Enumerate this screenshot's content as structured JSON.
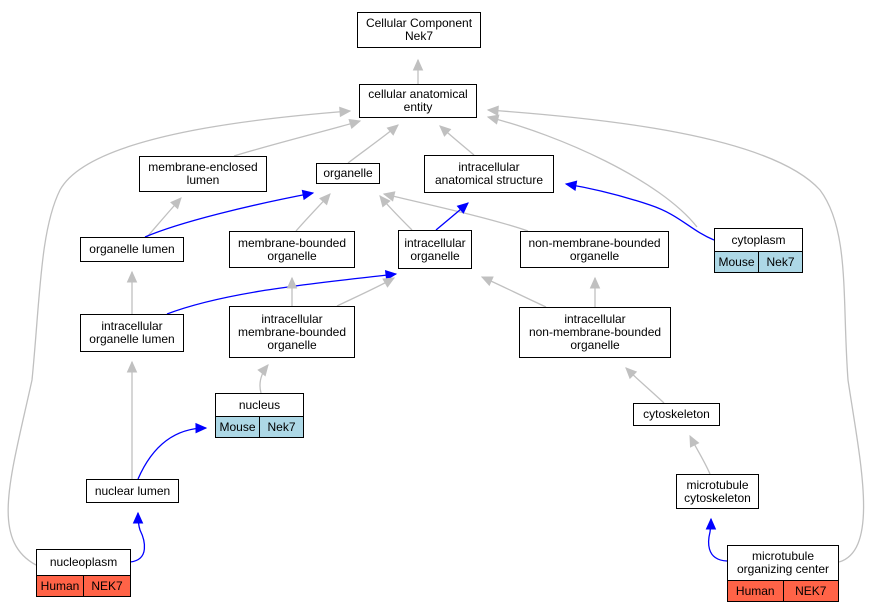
{
  "colors": {
    "edge_default": "#c0c0c0",
    "edge_highlight": "#0000ff",
    "tag_mouse": "#add8e6",
    "tag_human": "#ff6347"
  },
  "nodes": [
    {
      "id": "cellular-component-nek7",
      "lines": [
        "Cellular Component",
        "Nek7"
      ]
    },
    {
      "id": "cellular-anatomical-entity",
      "lines": [
        "cellular anatomical",
        "entity"
      ]
    },
    {
      "id": "membrane-enclosed-lumen",
      "lines": [
        "membrane-enclosed",
        "lumen"
      ]
    },
    {
      "id": "organelle",
      "lines": [
        "organelle"
      ]
    },
    {
      "id": "intracellular-anatomical-structure",
      "lines": [
        "intracellular",
        "anatomical structure"
      ]
    },
    {
      "id": "organelle-lumen",
      "lines": [
        "organelle lumen"
      ]
    },
    {
      "id": "membrane-bounded-organelle",
      "lines": [
        "membrane-bounded",
        "organelle"
      ]
    },
    {
      "id": "intracellular-organelle",
      "lines": [
        "intracellular",
        "organelle"
      ]
    },
    {
      "id": "non-membrane-bounded-organelle",
      "lines": [
        "non-membrane-bounded",
        "organelle"
      ]
    },
    {
      "id": "cytoplasm",
      "lines": [
        "cytoplasm"
      ],
      "tags": [
        {
          "label": "Mouse",
          "kind": "mouse"
        },
        {
          "label": "Nek7",
          "kind": "mouse"
        }
      ]
    },
    {
      "id": "intracellular-organelle-lumen",
      "lines": [
        "intracellular",
        "organelle lumen"
      ]
    },
    {
      "id": "intracellular-membrane-bounded-organelle",
      "lines": [
        "intracellular",
        "membrane-bounded",
        "organelle"
      ]
    },
    {
      "id": "intracellular-non-membrane-bounded-organelle",
      "lines": [
        "intracellular",
        "non-membrane-bounded",
        "organelle"
      ]
    },
    {
      "id": "nucleus",
      "lines": [
        "nucleus"
      ],
      "tags": [
        {
          "label": "Mouse",
          "kind": "mouse"
        },
        {
          "label": "Nek7",
          "kind": "mouse"
        }
      ]
    },
    {
      "id": "cytoskeleton",
      "lines": [
        "cytoskeleton"
      ]
    },
    {
      "id": "nuclear-lumen",
      "lines": [
        "nuclear lumen"
      ]
    },
    {
      "id": "microtubule-cytoskeleton",
      "lines": [
        "microtubule",
        "cytoskeleton"
      ]
    },
    {
      "id": "nucleoplasm",
      "lines": [
        "nucleoplasm"
      ],
      "tags": [
        {
          "label": "Human",
          "kind": "human"
        },
        {
          "label": "NEK7",
          "kind": "human"
        }
      ]
    },
    {
      "id": "microtubule-organizing-center",
      "lines": [
        "microtubule",
        "organizing center"
      ],
      "tags": [
        {
          "label": "Human",
          "kind": "human"
        },
        {
          "label": "NEK7",
          "kind": "human"
        }
      ]
    }
  ],
  "edges": [
    {
      "from": "cellular-anatomical-entity",
      "to": "cellular-component-nek7",
      "kind": "default"
    },
    {
      "from": "membrane-enclosed-lumen",
      "to": "cellular-anatomical-entity",
      "kind": "default"
    },
    {
      "from": "organelle",
      "to": "cellular-anatomical-entity",
      "kind": "default"
    },
    {
      "from": "intracellular-anatomical-structure",
      "to": "cellular-anatomical-entity",
      "kind": "default"
    },
    {
      "from": "cytoplasm",
      "to": "cellular-anatomical-entity",
      "kind": "default"
    },
    {
      "from": "nucleoplasm",
      "to": "cellular-anatomical-entity",
      "kind": "default"
    },
    {
      "from": "microtubule-organizing-center",
      "to": "cellular-anatomical-entity",
      "kind": "default"
    },
    {
      "from": "organelle-lumen",
      "to": "membrane-enclosed-lumen",
      "kind": "default"
    },
    {
      "from": "organelle-lumen",
      "to": "organelle",
      "kind": "highlight"
    },
    {
      "from": "membrane-bounded-organelle",
      "to": "organelle",
      "kind": "default"
    },
    {
      "from": "intracellular-organelle",
      "to": "organelle",
      "kind": "default"
    },
    {
      "from": "non-membrane-bounded-organelle",
      "to": "organelle",
      "kind": "default"
    },
    {
      "from": "intracellular-organelle",
      "to": "intracellular-anatomical-structure",
      "kind": "highlight"
    },
    {
      "from": "cytoplasm",
      "to": "intracellular-anatomical-structure",
      "kind": "highlight"
    },
    {
      "from": "intracellular-organelle-lumen",
      "to": "organelle-lumen",
      "kind": "default"
    },
    {
      "from": "intracellular-organelle-lumen",
      "to": "intracellular-organelle",
      "kind": "highlight"
    },
    {
      "from": "intracellular-membrane-bounded-organelle",
      "to": "membrane-bounded-organelle",
      "kind": "default"
    },
    {
      "from": "intracellular-membrane-bounded-organelle",
      "to": "intracellular-organelle",
      "kind": "default"
    },
    {
      "from": "intracellular-non-membrane-bounded-organelle",
      "to": "intracellular-organelle",
      "kind": "default"
    },
    {
      "from": "intracellular-non-membrane-bounded-organelle",
      "to": "non-membrane-bounded-organelle",
      "kind": "default"
    },
    {
      "from": "nucleus",
      "to": "intracellular-membrane-bounded-organelle",
      "kind": "default"
    },
    {
      "from": "cytoskeleton",
      "to": "intracellular-non-membrane-bounded-organelle",
      "kind": "default"
    },
    {
      "from": "nuclear-lumen",
      "to": "intracellular-organelle-lumen",
      "kind": "default"
    },
    {
      "from": "nuclear-lumen",
      "to": "nucleus",
      "kind": "highlight"
    },
    {
      "from": "microtubule-cytoskeleton",
      "to": "cytoskeleton",
      "kind": "default"
    },
    {
      "from": "nucleoplasm",
      "to": "nuclear-lumen",
      "kind": "highlight"
    },
    {
      "from": "microtubule-organizing-center",
      "to": "microtubule-cytoskeleton",
      "kind": "highlight"
    }
  ]
}
